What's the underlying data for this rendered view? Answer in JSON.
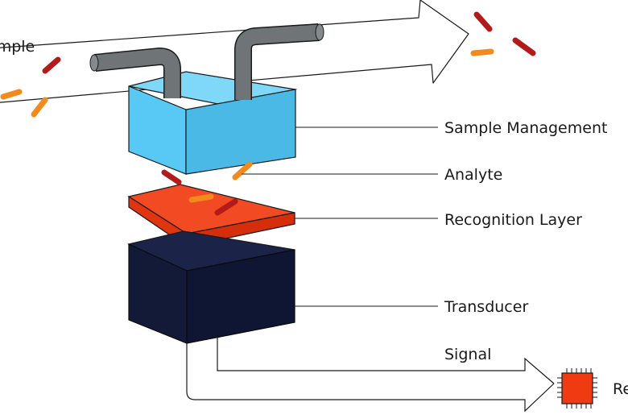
{
  "labels": {
    "sample": "Sample",
    "sample_management": "Sample Management",
    "analyte": "Analyte",
    "recognition_layer": "Recognition Layer",
    "transducer": "Transducer",
    "signal": "Signal",
    "readout": "Readout"
  },
  "colors": {
    "sample_management": "#58c8f5",
    "recognition_layer": "#f03a12",
    "transducer": "#121a3a",
    "pipe": "#6f7577",
    "analyte_dark": "#b31a1a",
    "analyte_light": "#f28a1e",
    "chip": "#f03a12",
    "outline": "#1a1a1a"
  },
  "icons": {
    "pipe": "pipe-icon",
    "chip": "chip-icon",
    "analyte": "analyte-particle-icon"
  }
}
